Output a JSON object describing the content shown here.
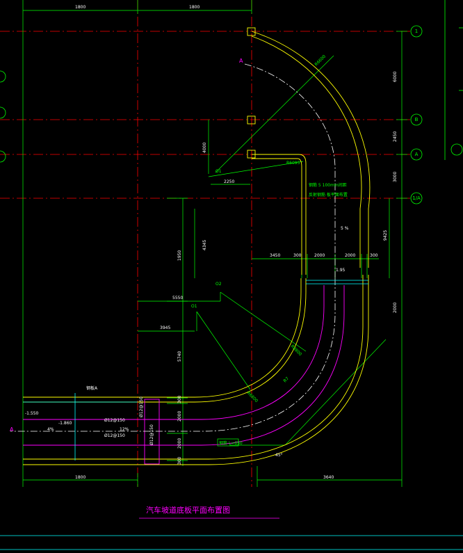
{
  "drawing": {
    "title": "汽车坡道底板平面布置图",
    "colors": {
      "background": "#000000",
      "axis": "#ff0000",
      "dimension": "#00ff00",
      "wall": "#ffff00",
      "centerline": "#ffffff",
      "rebar": "#ff00ff",
      "accent": "#00ffff"
    },
    "axes": [
      "1",
      "B",
      "A",
      "1/A"
    ],
    "section_mark": "A",
    "labels": {
      "radius_top": "R6600",
      "o1_top": "O1",
      "o1_bottom": "O1",
      "o2": "O2",
      "radius_small": "R6095",
      "note_line1": "钢筋 5 100mm间距",
      "note_line2": "反射钢筋 板平面布置",
      "slope_label": "5 %",
      "slope_mark": "1.95",
      "radius_lower1": "R8800",
      "radius_lower2": "R6800",
      "radius_outer": "R7",
      "slope_left": "4%",
      "slope_mid": "12%",
      "level_left": "-1.550",
      "level_mid": "-1.860",
      "mark_left": "钢板A",
      "rebar1": "Ø12@150",
      "rebar2": "Ø12@150",
      "rebar3": "Ø12@150",
      "rebar4": "Ø12@150",
      "box_label": "钢筋 L=650",
      "angle": "45°"
    },
    "dims_top": [
      "1800",
      "1800"
    ],
    "dims_right": [
      "6000",
      "2450",
      "3000",
      "9425",
      "2000"
    ],
    "dims_mid": [
      "3450",
      "300",
      "2000",
      "2000",
      "300"
    ],
    "dims_left_vertical": [
      "1950",
      "4345",
      "5740",
      "300",
      "2000",
      "2000",
      "300"
    ],
    "dims_misc": [
      "2250",
      "5550",
      "3945"
    ],
    "dims_bottom": [
      "1800",
      "3640"
    ],
    "dims_ramp_left": [
      "4000"
    ]
  }
}
